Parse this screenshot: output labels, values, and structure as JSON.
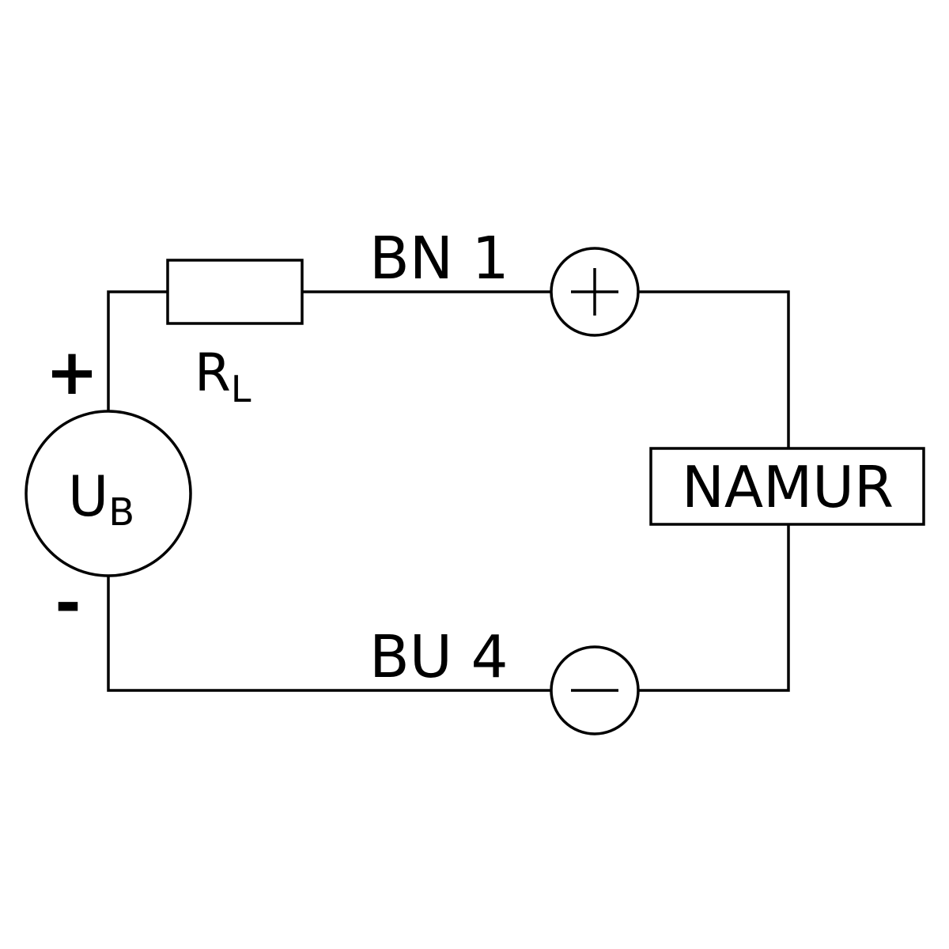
{
  "diagram": {
    "source": {
      "main": "U",
      "sub": "B",
      "plus_sign": "+",
      "minus_sign": "-"
    },
    "resistor": {
      "main": "R",
      "sub": "L"
    },
    "wires": {
      "top_label": "BN 1",
      "bottom_label": "BU 4"
    },
    "terminals": {
      "plus": "+",
      "minus": "–"
    },
    "sensor": {
      "label": "NAMUR"
    },
    "colors": {
      "line": "#000000",
      "background": "#ffffff"
    }
  }
}
